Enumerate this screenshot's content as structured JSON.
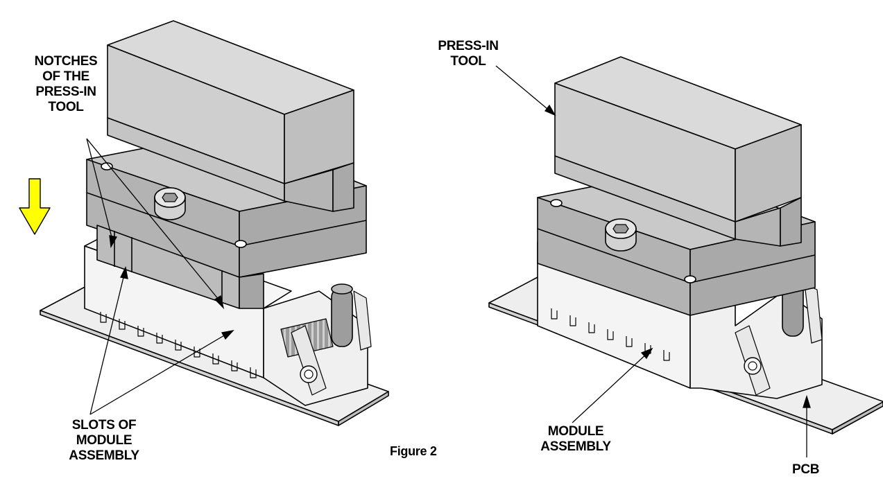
{
  "figure_caption": "Figure 2",
  "left_view": {
    "notches_label": [
      "NOTCHES",
      "OF THE",
      "PRESS-IN",
      "TOOL"
    ],
    "slots_label": [
      "SLOTS OF",
      "MODULE",
      "ASSEMBLY"
    ]
  },
  "right_view": {
    "tool_label": [
      "PRESS-IN",
      "TOOL"
    ],
    "module_label": [
      "MODULE",
      "ASSEMBLY"
    ],
    "pcb_label": "PCB"
  },
  "colors": {
    "arrow_fill": "#ffff00",
    "tool_light": "#d6d6d6",
    "tool_mid": "#bdbdbd",
    "tool_dark": "#a6a6a6",
    "housing": "#f4f4f4",
    "pcb": "#eeeeee"
  }
}
